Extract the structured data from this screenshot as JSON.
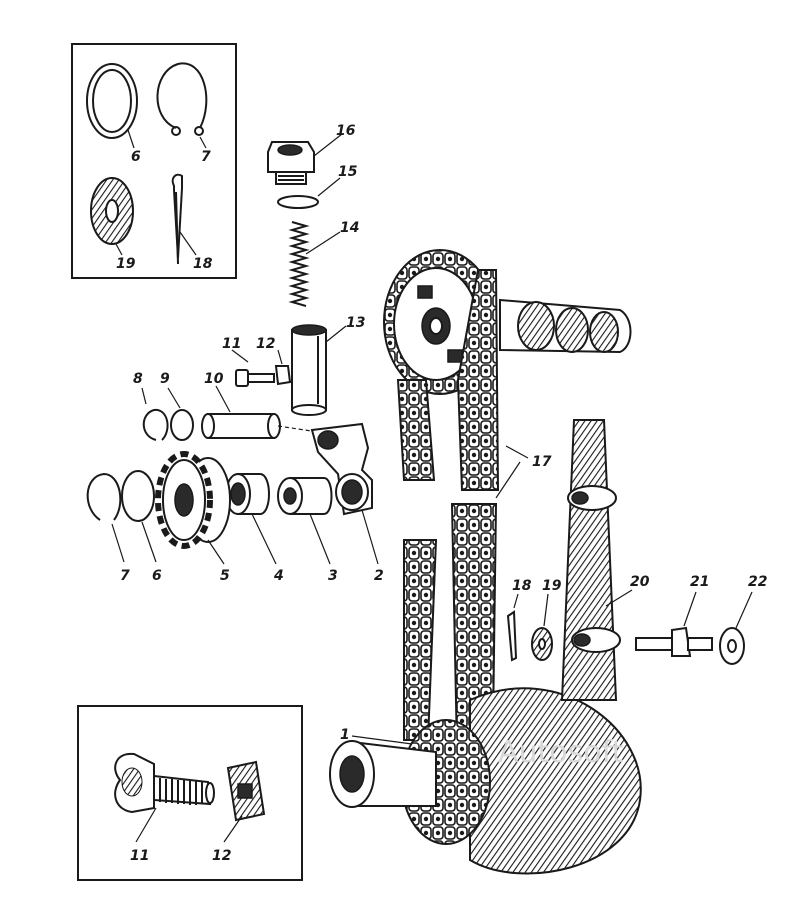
{
  "diagram": {
    "inset_top": {
      "labels": [
        "6",
        "7",
        "19",
        "18"
      ]
    },
    "inset_bottom": {
      "labels": [
        "11",
        "12"
      ]
    },
    "assembly_labels": [
      "1",
      "2",
      "3",
      "4",
      "5",
      "6",
      "7",
      "8",
      "9",
      "10",
      "11",
      "12",
      "13",
      "14",
      "15",
      "16",
      "17",
      "18",
      "19",
      "20",
      "21",
      "22"
    ],
    "watermark": "Autosoft",
    "colors": {
      "ink": "#1a1a1a",
      "paper": "#ffffff",
      "shade": "#2a2a2a"
    }
  }
}
